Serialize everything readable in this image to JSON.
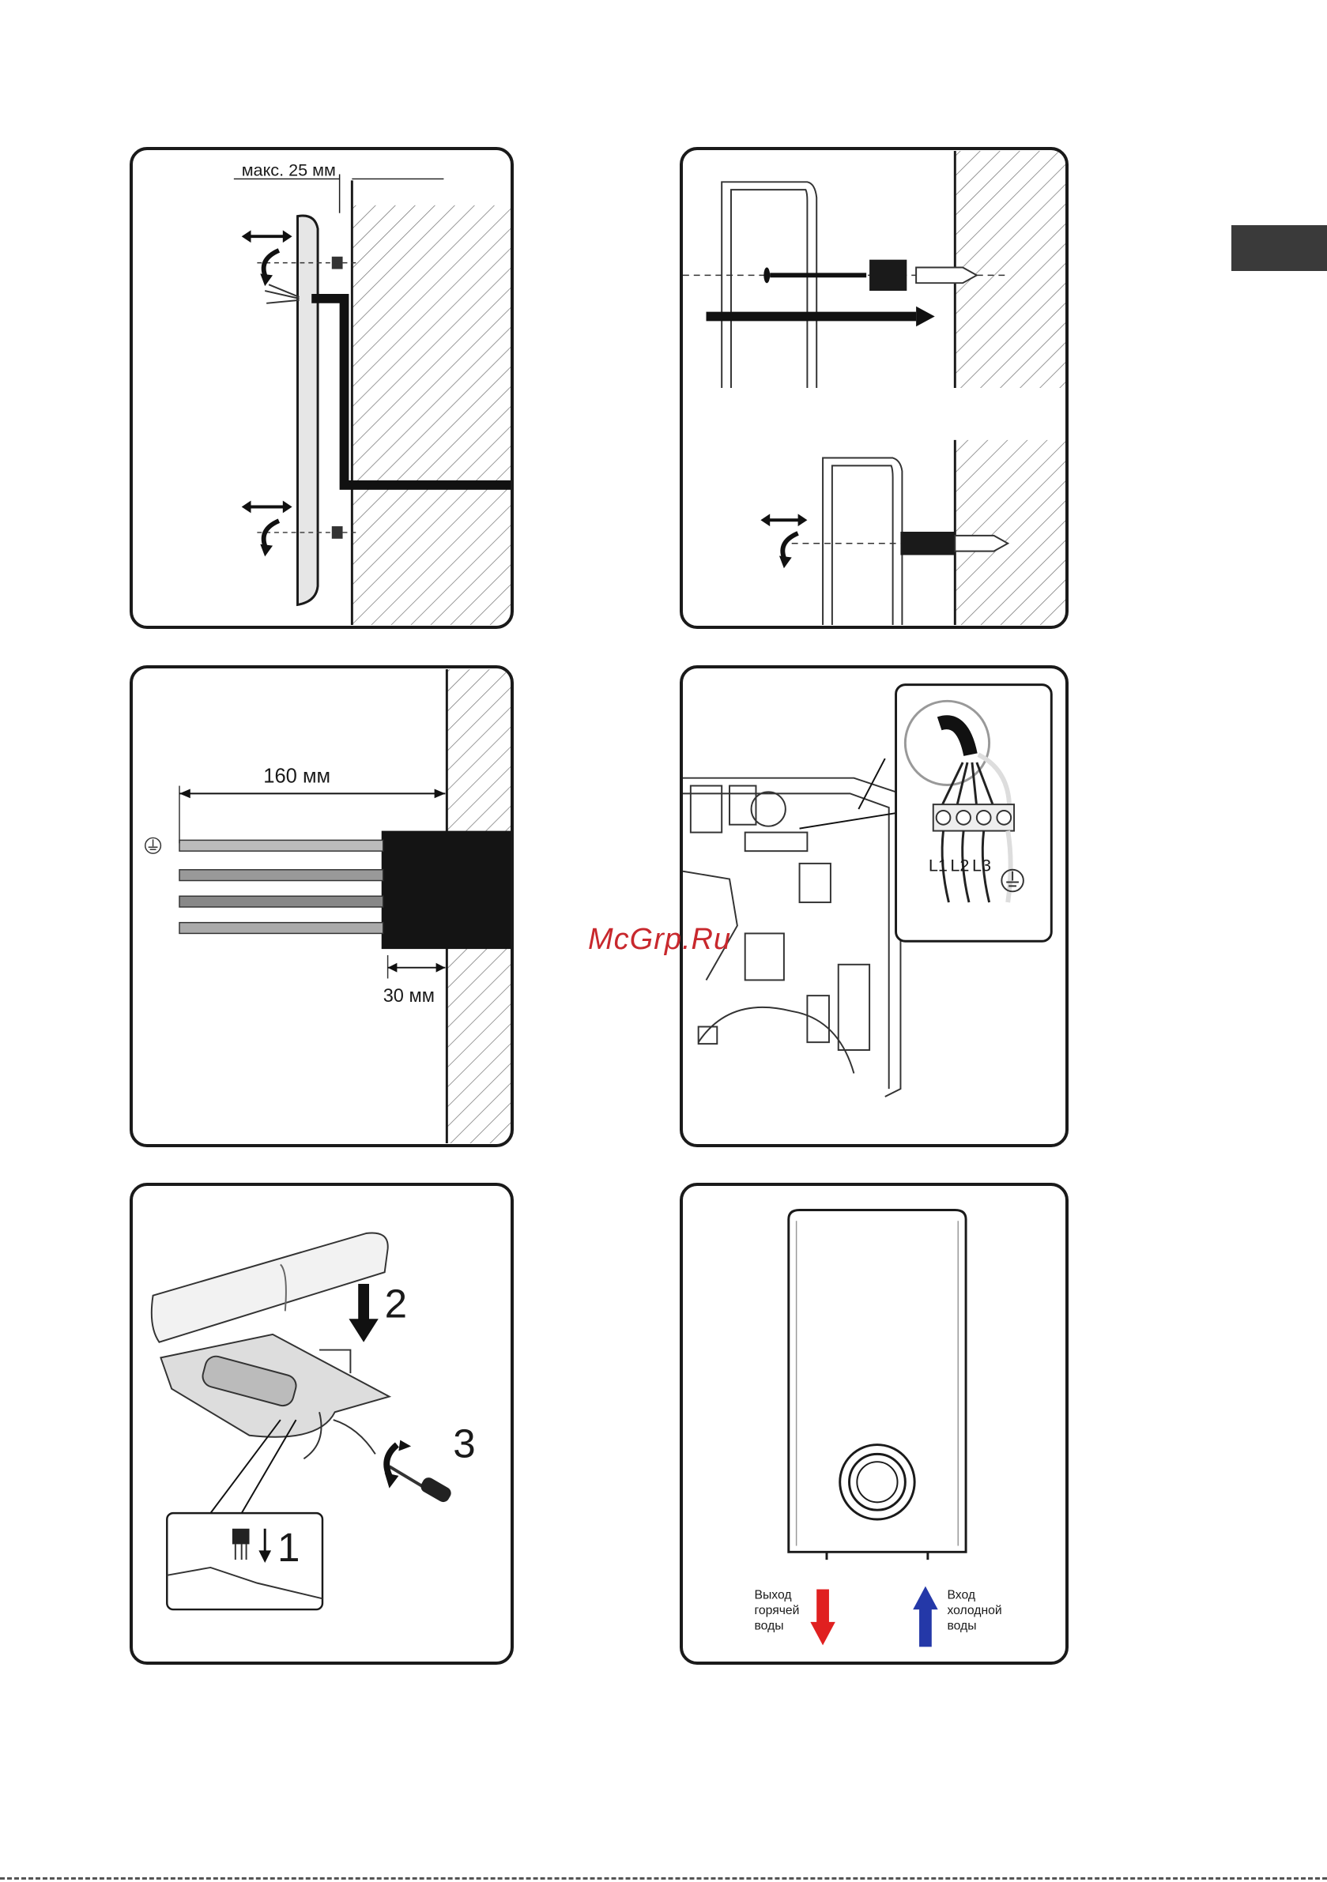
{
  "panel1": {
    "dimension_label": "макс. 25 мм"
  },
  "panel3": {
    "length_label": "160 мм",
    "strip_label": "30 мм",
    "ground_symbol": "ground-icon"
  },
  "panel4": {
    "terminals": [
      "L1",
      "L2",
      "L3"
    ]
  },
  "panel5": {
    "steps": [
      "1",
      "2",
      "3"
    ]
  },
  "panel6": {
    "hot_label": [
      "Выход",
      "горячей",
      "воды"
    ],
    "cold_label": [
      "Вход",
      "холодной",
      "воды"
    ],
    "hot_color": "#e02020",
    "cold_color": "#2438a8"
  },
  "watermark": "McGrp.Ru"
}
